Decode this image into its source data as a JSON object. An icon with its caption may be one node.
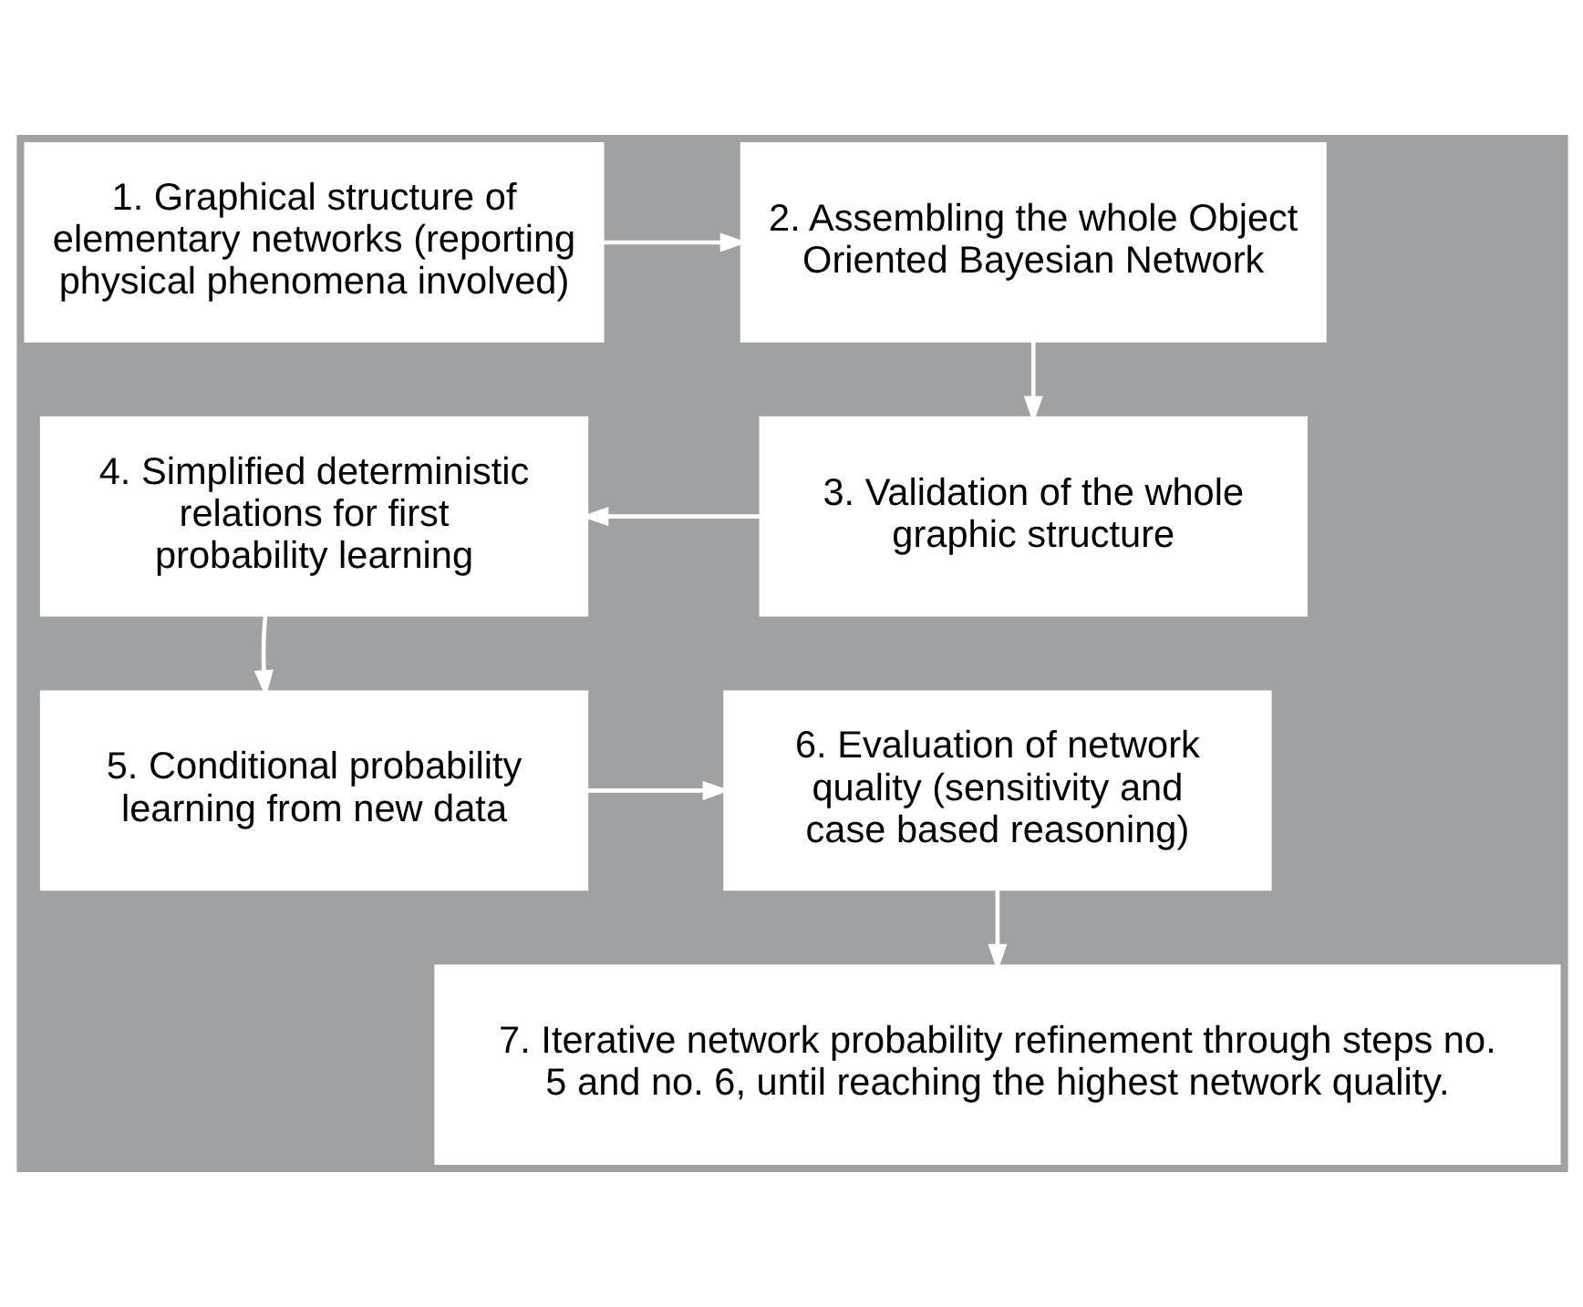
{
  "diagram": {
    "nodes": [
      {
        "text": [
          "1. Graphical structure of elementary networks (reporting physical phenomena involved)"
        ]
      },
      {
        "text": [
          "2. Assembling the whole Object Oriented Bayesian Network"
        ]
      },
      {
        "text": [
          "3. Validation of the whole graphic structure"
        ]
      },
      {
        "text": [
          "4. Simplified deterministic relations for first probability learning"
        ]
      },
      {
        "text": [
          "5. Conditional probability learning from new data"
        ]
      },
      {
        "text": [
          "6. Evaluation of network quality (sensitivity and case based reasoning)"
        ]
      },
      {
        "text": [
          "7. Iterative network probability refinement through steps no. 5 and no. 6, until reaching the highest network quality."
        ]
      }
    ],
    "edges": [
      {
        "from": 0,
        "to": 1,
        "arrow": "to"
      },
      {
        "from": 1,
        "to": 2,
        "arrow": "to"
      },
      {
        "from": 2,
        "to": 3,
        "arrow": "to"
      },
      {
        "from": 3,
        "to": 4,
        "arrow": "to"
      },
      {
        "from": 4,
        "to": 5,
        "arrow": "to"
      },
      {
        "from": 5,
        "to": 6,
        "arrow": "to"
      }
    ]
  }
}
